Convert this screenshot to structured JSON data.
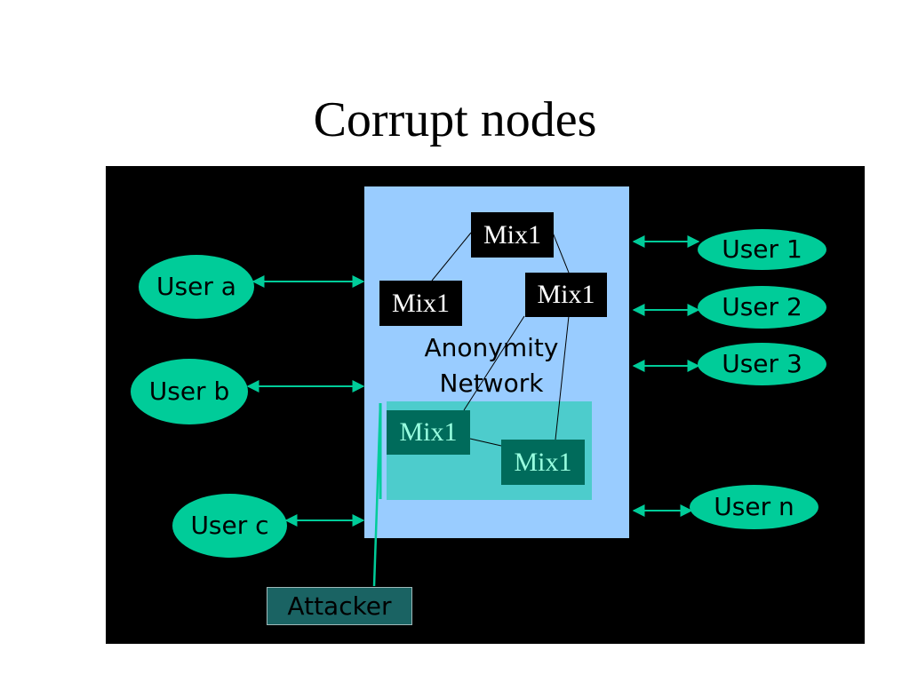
{
  "title": "Corrupt nodes",
  "network": {
    "label_line1": "Anonymity",
    "label_line2": "Network"
  },
  "mixes": {
    "top": "Mix1",
    "left": "Mix1",
    "right": "Mix1",
    "corrupt_left": "Mix1",
    "corrupt_right": "Mix1"
  },
  "users_left": {
    "a": "User a",
    "b": "User b",
    "c": "User c"
  },
  "users_right": {
    "u1": "User 1",
    "u2": "User 2",
    "u3": "User 3",
    "un": "User n"
  },
  "attacker": "Attacker",
  "colors": {
    "background": "#ffffff",
    "panel": "#000000",
    "network": "#99ccff",
    "corrupt_zone": "#4dcccc",
    "user": "#00cc99",
    "arrow": "#00cc99",
    "corrupt_mix": "#006b5b",
    "corrupt_mix_text": "#99ffe0",
    "attacker_box": "#1a6363"
  }
}
